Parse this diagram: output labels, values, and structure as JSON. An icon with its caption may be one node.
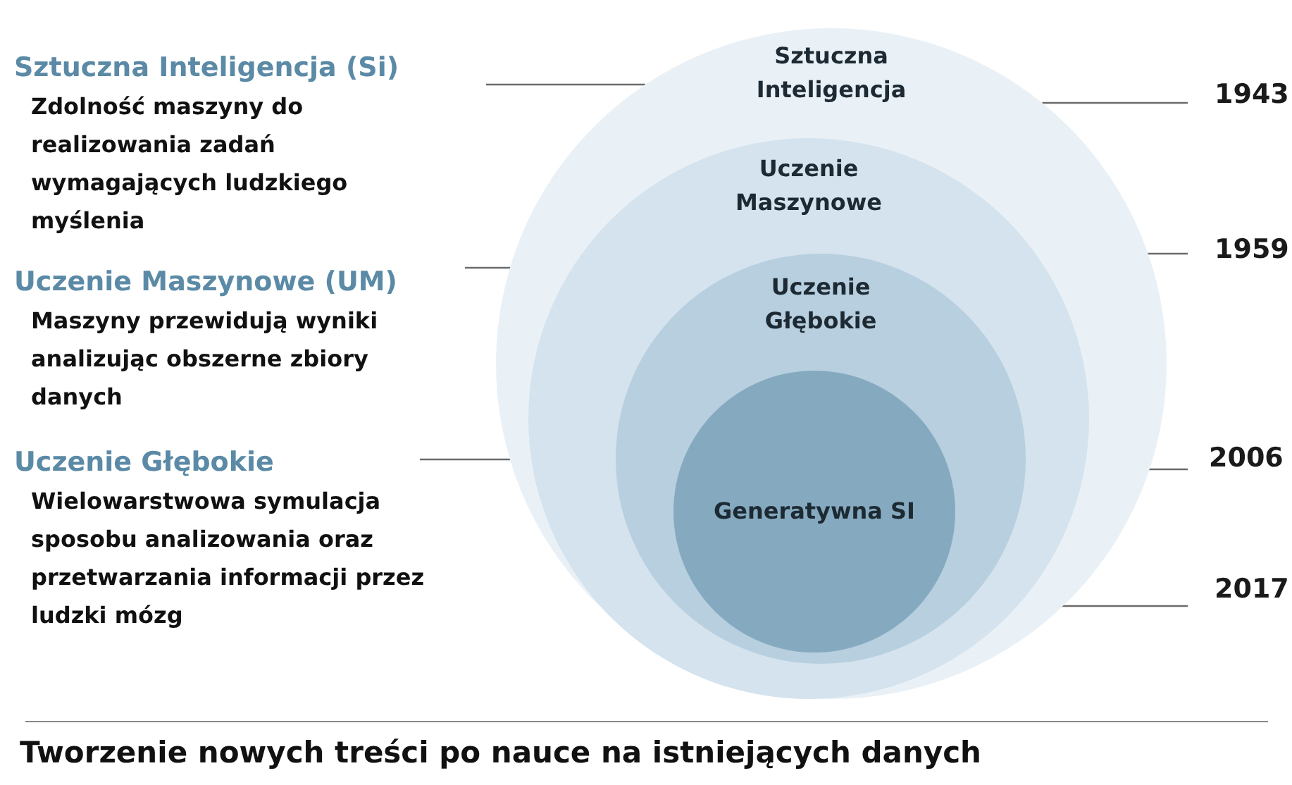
{
  "diagram": {
    "nodes": [
      {
        "text": [
          "Sztuczna Inteligencja"
        ]
      },
      {
        "text": [
          "Uczenie Maszynowe"
        ],
        "in": 0
      },
      {
        "text": [
          "Uczenie Głębokie"
        ],
        "in": 1
      },
      {
        "text": [
          "Generatywna SI"
        ],
        "in": 2
      },
      {
        "text": [
          "Sztuczna Inteligencja  (Si)",
          "Zdolność maszyny do realizowania zadań wymagających ludzkiego myślenia"
        ]
      },
      {
        "text": [
          "Uczenie Maszynowe (UM)",
          "Maszyny przewidują wyniki analizując obszerne zbiory danych"
        ]
      },
      {
        "text": [
          "Uczenie Głębokie",
          "Wielowarstwowa symulacja sposobu analizowania oraz przetwarzania informacji przez ludzki mózg"
        ]
      },
      {
        "text": [
          "1943"
        ]
      },
      {
        "text": [
          "1959"
        ]
      },
      {
        "text": [
          "2006"
        ]
      },
      {
        "text": [
          "2017"
        ]
      }
    ],
    "edges": [
      {
        "from": 4,
        "to": 0,
        "arrow": "none"
      },
      {
        "from": 5,
        "to": 1,
        "arrow": "none"
      },
      {
        "from": 6,
        "to": 2,
        "arrow": "none"
      },
      {
        "from": 7,
        "to": 0,
        "arrow": "none"
      },
      {
        "from": 8,
        "to": 1,
        "arrow": "none"
      },
      {
        "from": 9,
        "to": 2,
        "arrow": "none"
      },
      {
        "from": 10,
        "to": 3,
        "arrow": "none"
      }
    ],
    "labels": [
      "Tworzenie nowych treści po nauce na istniejących danych"
    ]
  }
}
